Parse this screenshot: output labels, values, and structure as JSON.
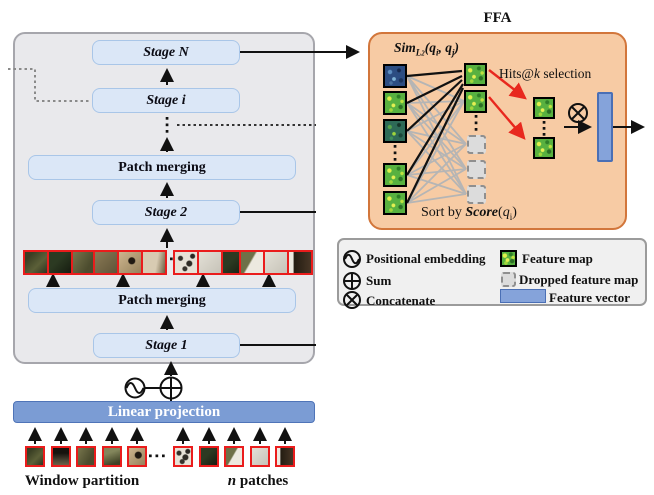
{
  "colors": {
    "ffa_bg": "#f7cba4",
    "ffa_border": "#d2763b",
    "panel_bg": "#e9e9ec",
    "panel_border": "#a6a6ac",
    "stage_bg": "#dbe7f7",
    "stage_border": "#a9c6e8",
    "bar_bg": "#7b9cd4",
    "bar_border": "#4f74b8",
    "feature_green": "#58b140",
    "feature_blue": "#2c4d82",
    "feature_teal": "#2e6a57",
    "dropped_gray": "#dcdcdc",
    "patch_border_red": "#ea1c1c",
    "arrow_red": "#e8281e"
  },
  "pipeline": {
    "stage_n": "Stage N",
    "stage_i": "Stage i",
    "patch_merging_upper": "Patch merging",
    "stage_2": "Stage 2",
    "patch_merging_lower": "Patch merging",
    "stage_1": "Stage 1",
    "linear_projection": "Linear projection",
    "window_partition_label": "Window partition",
    "n_patches": {
      "italic": "n",
      "rest": " patches"
    }
  },
  "ffa": {
    "title": "FFA",
    "sim": {
      "base": "Sim",
      "sub_letter": "L",
      "sub_digit": "2",
      "open": "(",
      "q1": "q",
      "q1_sub": "i",
      "sep": ", ",
      "q2": "q",
      "q2_sub": "j",
      "close": ")"
    },
    "hits": {
      "pre": "Hits@",
      "k": "k",
      "post": " selection"
    },
    "sort": {
      "pre": "Sort by ",
      "func": "Score",
      "open": "(",
      "q": "q",
      "q_sub": "i",
      "close": ")"
    }
  },
  "legend": {
    "items_left": [
      {
        "icon": "positional-embedding-icon",
        "label": "Positional embedding"
      },
      {
        "icon": "sum-icon",
        "label": "Sum"
      },
      {
        "icon": "concatenate-icon",
        "label": "Concatenate"
      }
    ],
    "items_right": [
      {
        "swatch": "feature-map",
        "label": "Feature map"
      },
      {
        "swatch": "dropped-feature-map",
        "label": "Dropped feature map"
      },
      {
        "swatch": "feature-vector",
        "label": "Feature vector"
      }
    ]
  },
  "icons": {
    "sum": "⊕",
    "concatenate": "⊗",
    "positional_embedding": "sine-in-circle",
    "ellipsis_vertical": "⋮",
    "ellipsis_horizontal": "⋯"
  }
}
